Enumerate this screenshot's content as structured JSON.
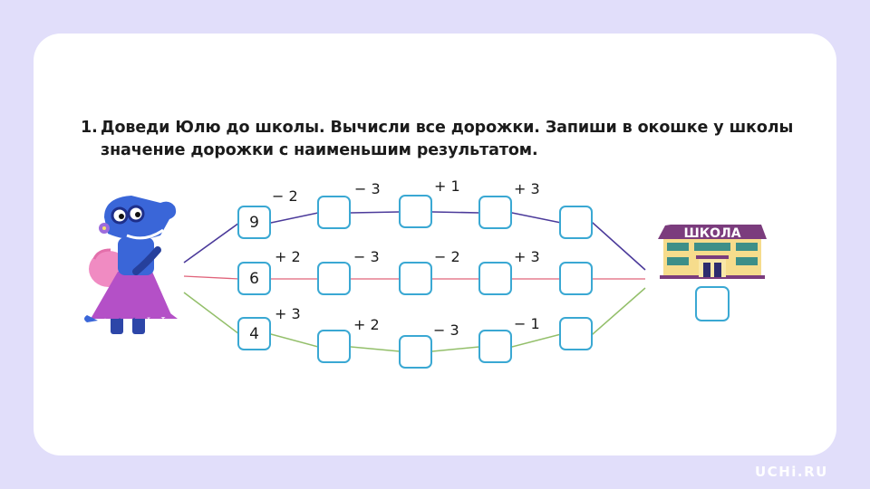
{
  "task": {
    "number": "1.",
    "line1": "Доведи Юлю до школы. Вычисли все дорожки. Запиши в окошке у школы",
    "line2": "значение дорожки с наименьшим результатом."
  },
  "paths": [
    {
      "color": "#4b3a9a",
      "start_value": "9",
      "operations": [
        "− 2",
        "− 3",
        "+ 1",
        "+ 3"
      ],
      "answers": [
        "",
        "",
        "",
        ""
      ]
    },
    {
      "color": "#e0637a",
      "start_value": "6",
      "operations": [
        "+ 2",
        "− 3",
        "− 2",
        "+ 3"
      ],
      "answers": [
        "",
        "",
        "",
        ""
      ]
    },
    {
      "color": "#93bf6a",
      "start_value": "4",
      "operations": [
        "+ 3",
        "+ 2",
        "− 3",
        "− 1"
      ],
      "answers": [
        "",
        "",
        "",
        ""
      ]
    }
  ],
  "school": {
    "label": "ШКОЛА",
    "answer": ""
  },
  "character": "crocodile-girl-yulya",
  "brand": "UCHi.RU",
  "colors": {
    "background": "#e1defa",
    "card": "#ffffff",
    "box_border": "#3aa8d3",
    "school_roof": "#7b3c7d",
    "school_wall": "#f6dc8c",
    "school_window": "#3d8f88"
  }
}
